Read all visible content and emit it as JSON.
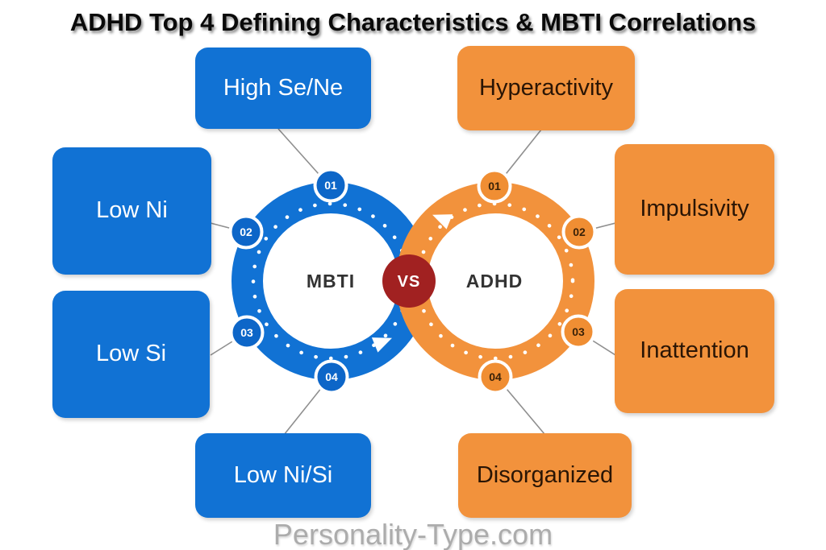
{
  "title": "ADHD Top 4 Defining Characteristics & MBTI Correlations",
  "watermark": "Personality-Type.com",
  "colors": {
    "blue": "#1172D4",
    "orange": "#F2923C",
    "vs_red": "#A12121",
    "blue_box_text": "#FFFFFF",
    "orange_box_text": "#2A1505",
    "connector_gray": "#8F8F8F",
    "watermark_gray": "#ACACAC"
  },
  "center": {
    "left_label": "MBTI",
    "vs_label": "VS",
    "right_label": "ADHD"
  },
  "mbti_side": {
    "items": [
      {
        "num": "01",
        "label": "High Se/Ne"
      },
      {
        "num": "02",
        "label": "Low Ni"
      },
      {
        "num": "03",
        "label": "Low Si"
      },
      {
        "num": "04",
        "label": "Low Ni/Si"
      }
    ]
  },
  "adhd_side": {
    "items": [
      {
        "num": "01",
        "label": "Hyperactivity"
      },
      {
        "num": "02",
        "label": "Impulsivity"
      },
      {
        "num": "03",
        "label": "Inattention"
      },
      {
        "num": "04",
        "label": "Disorganized"
      }
    ]
  }
}
